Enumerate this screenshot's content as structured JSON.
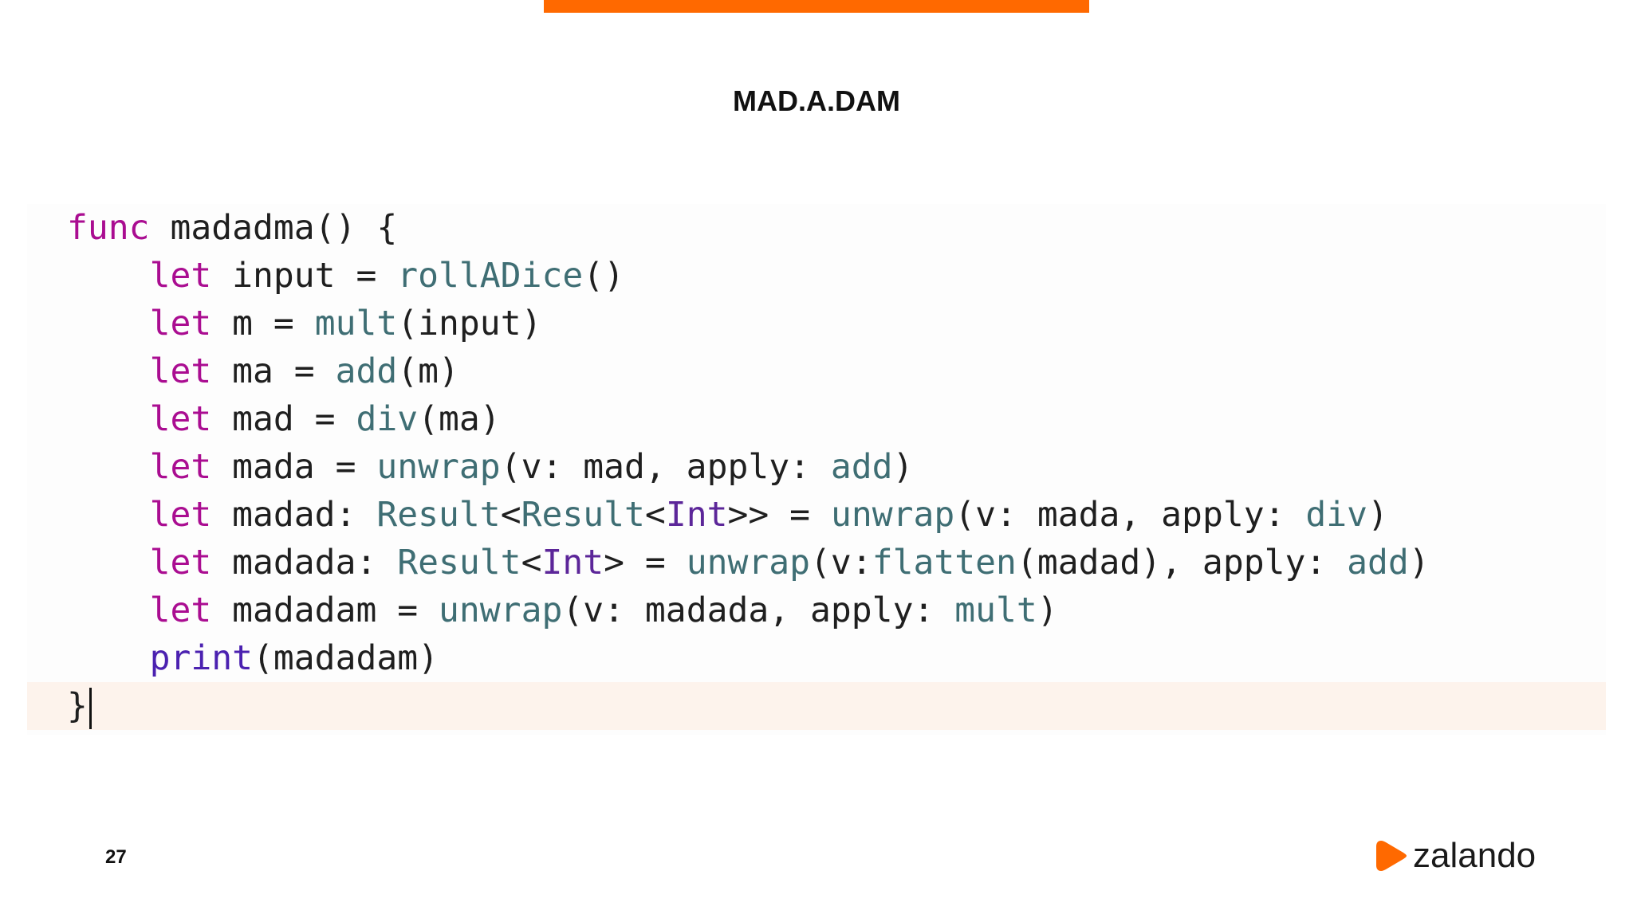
{
  "slide": {
    "title": "MAD.A.DAM",
    "page_number": "27",
    "brand": "zalando",
    "accent_color": "#ff6900"
  },
  "code": {
    "lines": [
      [
        {
          "t": "func",
          "c": "kw"
        },
        {
          "t": " madadma() {",
          "c": "plain"
        }
      ],
      [
        {
          "t": "    ",
          "c": "plain"
        },
        {
          "t": "let",
          "c": "kw"
        },
        {
          "t": " input = ",
          "c": "plain"
        },
        {
          "t": "rollADice",
          "c": "call"
        },
        {
          "t": "()",
          "c": "plain"
        }
      ],
      [
        {
          "t": "    ",
          "c": "plain"
        },
        {
          "t": "let",
          "c": "kw"
        },
        {
          "t": " m = ",
          "c": "plain"
        },
        {
          "t": "mult",
          "c": "call"
        },
        {
          "t": "(input)",
          "c": "plain"
        }
      ],
      [
        {
          "t": "    ",
          "c": "plain"
        },
        {
          "t": "let",
          "c": "kw"
        },
        {
          "t": " ma = ",
          "c": "plain"
        },
        {
          "t": "add",
          "c": "call"
        },
        {
          "t": "(m)",
          "c": "plain"
        }
      ],
      [
        {
          "t": "    ",
          "c": "plain"
        },
        {
          "t": "let",
          "c": "kw"
        },
        {
          "t": " mad = ",
          "c": "plain"
        },
        {
          "t": "div",
          "c": "call"
        },
        {
          "t": "(ma)",
          "c": "plain"
        }
      ],
      [
        {
          "t": "    ",
          "c": "plain"
        },
        {
          "t": "let",
          "c": "kw"
        },
        {
          "t": " mada = ",
          "c": "plain"
        },
        {
          "t": "unwrap",
          "c": "call"
        },
        {
          "t": "(v: mad, apply: ",
          "c": "plain"
        },
        {
          "t": "add",
          "c": "call"
        },
        {
          "t": ")",
          "c": "plain"
        }
      ],
      [
        {
          "t": "    ",
          "c": "plain"
        },
        {
          "t": "let",
          "c": "kw"
        },
        {
          "t": " madad: ",
          "c": "plain"
        },
        {
          "t": "Result",
          "c": "type2"
        },
        {
          "t": "<",
          "c": "plain"
        },
        {
          "t": "Result",
          "c": "type2"
        },
        {
          "t": "<",
          "c": "plain"
        },
        {
          "t": "Int",
          "c": "type"
        },
        {
          "t": ">> = ",
          "c": "plain"
        },
        {
          "t": "unwrap",
          "c": "call"
        },
        {
          "t": "(v: mada, apply: ",
          "c": "plain"
        },
        {
          "t": "div",
          "c": "call"
        },
        {
          "t": ")",
          "c": "plain"
        }
      ],
      [
        {
          "t": "    ",
          "c": "plain"
        },
        {
          "t": "let",
          "c": "kw"
        },
        {
          "t": " madada: ",
          "c": "plain"
        },
        {
          "t": "Result",
          "c": "type2"
        },
        {
          "t": "<",
          "c": "plain"
        },
        {
          "t": "Int",
          "c": "type"
        },
        {
          "t": "> = ",
          "c": "plain"
        },
        {
          "t": "unwrap",
          "c": "call"
        },
        {
          "t": "(v:",
          "c": "plain"
        },
        {
          "t": "flatten",
          "c": "call"
        },
        {
          "t": "(madad), apply: ",
          "c": "plain"
        },
        {
          "t": "add",
          "c": "call"
        },
        {
          "t": ")",
          "c": "plain"
        }
      ],
      [
        {
          "t": "    ",
          "c": "plain"
        },
        {
          "t": "let",
          "c": "kw"
        },
        {
          "t": " madadam = ",
          "c": "plain"
        },
        {
          "t": "unwrap",
          "c": "call"
        },
        {
          "t": "(v: madada, apply: ",
          "c": "plain"
        },
        {
          "t": "mult",
          "c": "call"
        },
        {
          "t": ")",
          "c": "plain"
        }
      ],
      [
        {
          "t": "    ",
          "c": "plain"
        },
        {
          "t": "print",
          "c": "builtin"
        },
        {
          "t": "(madadam)",
          "c": "plain"
        }
      ],
      [
        {
          "t": "}",
          "c": "plain"
        }
      ]
    ],
    "highlighted_line": 10
  }
}
